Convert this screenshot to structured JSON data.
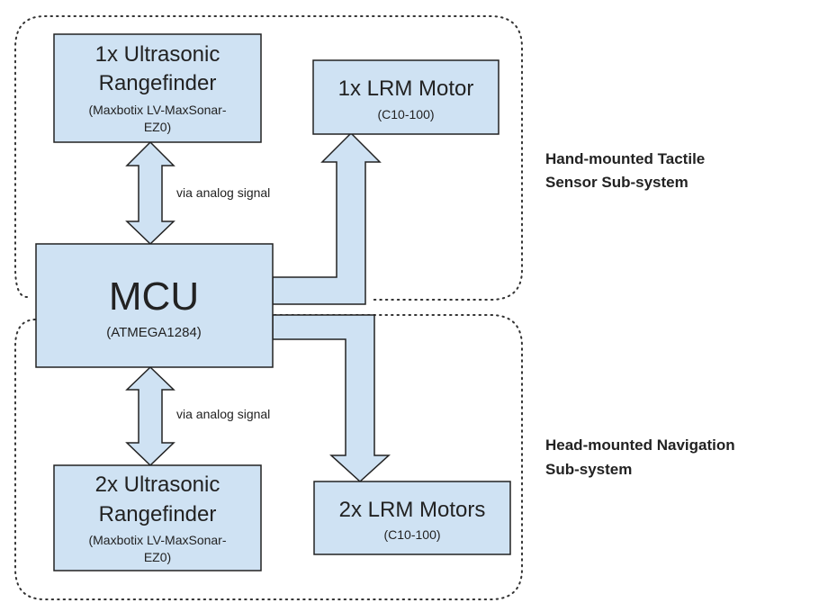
{
  "colors": {
    "box_fill": "#cfe2f3",
    "stroke": "#222222"
  },
  "blocks": {
    "rangefinder_top": {
      "line1": "1x Ultrasonic",
      "line2": "Rangefinder",
      "sub1": "(Maxbotix LV-MaxSonar-",
      "sub2": "EZ0)"
    },
    "motor_top": {
      "title": "1x LRM Motor",
      "sub": "(C10-100)"
    },
    "mcu": {
      "title": "MCU",
      "sub": "(ATMEGA1284)"
    },
    "rangefinder_bottom": {
      "line1": "2x Ultrasonic",
      "line2": "Rangefinder",
      "sub1": "(Maxbotix LV-MaxSonar-",
      "sub2": "EZ0)"
    },
    "motor_bottom": {
      "title": "2x LRM Motors",
      "sub": "(C10-100)"
    }
  },
  "connectors": {
    "top_signal": "via analog signal",
    "bottom_signal": "via analog signal"
  },
  "regions": {
    "hand": {
      "line1": "Hand-mounted Tactile",
      "line2": "Sensor Sub-system"
    },
    "head": {
      "line1": "Head-mounted Navigation",
      "line2": "Sub-system"
    }
  }
}
